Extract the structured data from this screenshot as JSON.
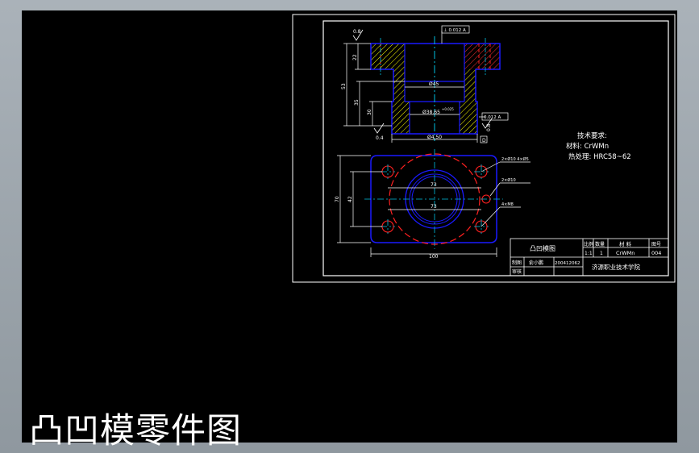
{
  "caption": "凸凹模零件图",
  "colors": {
    "background": "#000000",
    "frame": "#ffffff",
    "outline": "#1a1aff",
    "center": "#00c0e0",
    "hidden": "#ff2020",
    "hatch": "#ffff00",
    "dimension": "#ffffff"
  },
  "tech": {
    "heading": "技术要求:",
    "material": "材料: CrWMn",
    "heat": "热处理: HRC58~62"
  },
  "dims": {
    "roughness_top": "0.8",
    "roughness_side": "0.4",
    "roughness_right": "0.8",
    "gdt_top": "⊥ 0.012 A",
    "gdt_right": "0.012 A",
    "datum": "D",
    "h22": "22",
    "h53": "53",
    "h35": "35",
    "h30": "30",
    "dia45": "Ø45",
    "dia_bore": "Ø38.65",
    "dia_bore_tol": "+0.025",
    "dia_base": "Ø4.50",
    "d70": "70",
    "d42": "42",
    "d73a": "73",
    "d73b": "73",
    "d100": "100",
    "hole_a": "2×Ø10 4×Ø5",
    "hole_b": "2×Ø10",
    "hole_c": "4×M8"
  },
  "title_block": {
    "part_name": "凸凹模图",
    "col_scale": "比例",
    "col_qty": "数量",
    "col_material": "材 料",
    "col_code": "图号",
    "val_scale": "1:1",
    "val_qty": "1",
    "val_material": "CrWMn",
    "val_code": "004",
    "role_draw": "制图",
    "role_check": "审核",
    "drawer": "俞小鹏",
    "student_no": "200412062",
    "school": "济源职业技术学院"
  }
}
